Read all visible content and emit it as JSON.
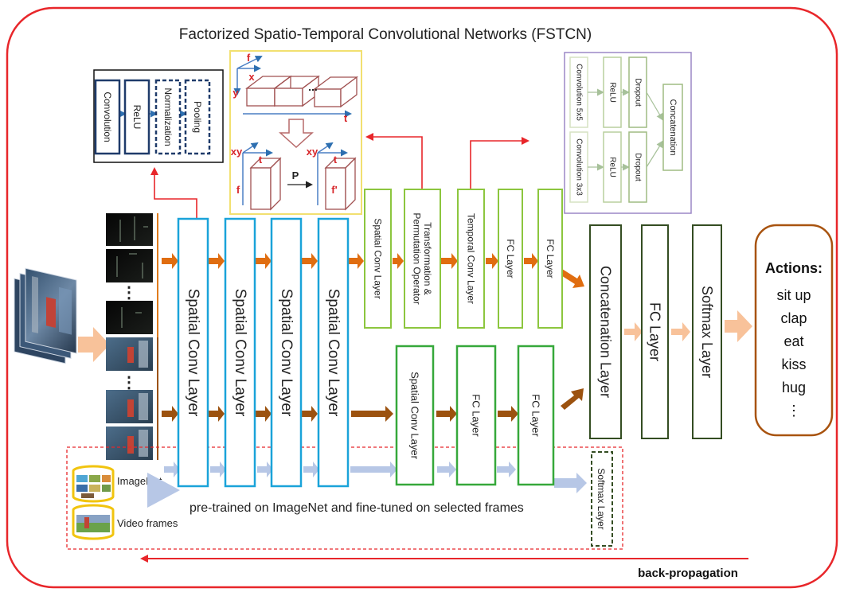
{
  "title": "Factorized Spatio-Temporal Convolutional Networks (FSTCN)",
  "colors": {
    "frame": "#e8262a",
    "blue": "#1aa3d9",
    "lightgreen": "#8cc63e",
    "green": "#36a83a",
    "darkgreen": "#344d22",
    "orange": "#e06d10",
    "brown": "#9c520f",
    "paleorange": "#f8c29a",
    "paleblue": "#b7c7e6",
    "navy": "#1f3b6a",
    "actionsborder": "#a8530f"
  },
  "inset_conv_block": {
    "boxes": [
      "Convolution",
      "ReLU",
      "Normalization",
      "Pooling"
    ]
  },
  "inset_transform": {
    "labels": [
      "f",
      "x",
      "y",
      "...",
      "t",
      "xy",
      "t",
      "f",
      "P",
      "xy",
      "t",
      "f'"
    ]
  },
  "inset_inception": {
    "top_row": [
      "Convolution 5x5",
      "ReLU",
      "Dropout"
    ],
    "bottom_row": [
      "Convolution 3x3",
      "ReLU",
      "Dropout"
    ],
    "merge": "Concatenation"
  },
  "shared_layers": [
    "Spatial Conv Layer",
    "Spatial Conv Layer",
    "Spatial Conv Layer",
    "Spatial Conv Layer"
  ],
  "upper_branch": [
    "Spatial Conv Layer",
    "Transformation & Permutation Operator",
    "Temporal Conv Layer",
    "FC Layer",
    "FC Layer"
  ],
  "lower_branch": [
    "Spatial Conv Layer",
    "FC Layer",
    "FC Layer"
  ],
  "head_layers": [
    "Concatenation Layer",
    "FC Layer",
    "Softmax Layer"
  ],
  "actions": {
    "title": "Actions:",
    "items": [
      "sit up",
      "clap",
      "eat",
      "kiss",
      "hug",
      "⋮"
    ]
  },
  "pretrain": {
    "imagenet_label": "ImageNet",
    "video_label": "Video frames",
    "caption": "pre-trained on ImageNet and fine-tuned on selected frames",
    "softmax": "Softmax Layer"
  },
  "frame_dots": "⋮",
  "backprop": "back-propagation"
}
